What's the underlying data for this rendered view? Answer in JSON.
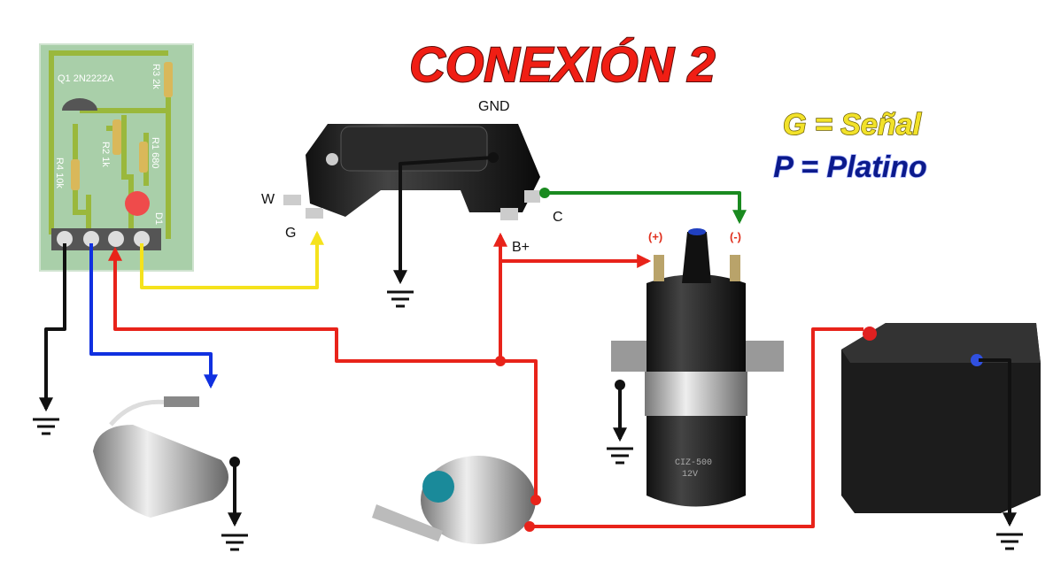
{
  "title": "CONEXIÓN 2",
  "legend": {
    "signal": "G = Señal",
    "points": "P = Platino"
  },
  "colors": {
    "title": "#f01e14",
    "signal": "#f2e22a",
    "points": "#0b1a8c",
    "red_wire": "#e8231a",
    "blue_wire": "#1030e0",
    "yellow_wire": "#f5e21c",
    "green_wire": "#1a8a20",
    "black_wire": "#111111",
    "pcb": "#a9cfa9"
  },
  "module": {
    "gnd": "GND",
    "w": "W",
    "g": "G",
    "c": "C",
    "bplus": "B+"
  },
  "pcb": {
    "q1": "Q1 2N2222A",
    "r3": "R3 2k",
    "r2": "R2 1k",
    "r1": "R1 680",
    "r4": "R4 10k",
    "d1": "D1"
  },
  "coil": {
    "plus": "(+)",
    "minus": "(-)",
    "model": "CIZ-500",
    "voltage": "12V"
  }
}
